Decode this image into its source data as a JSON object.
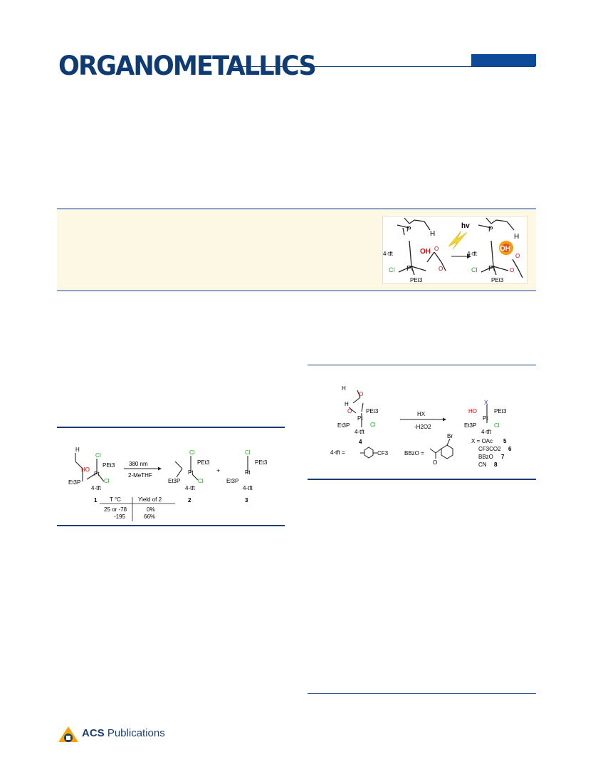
{
  "header": {
    "journal_title": "ORGANOMETALLICS"
  },
  "toc_graphic": {
    "hv_label": "hv",
    "ligand_tft": "4-tft",
    "pet3": "PEt3",
    "cl": "Cl",
    "pt": "Pt",
    "oh": "OH",
    "h": "H",
    "p": "P"
  },
  "scheme1": {
    "compound1_label": "1",
    "compound2_label": "2",
    "compound3_label": "3",
    "condition_top": "380 nm",
    "condition_bottom": "2-MeTHF",
    "plus": "+",
    "table": {
      "headers": [
        "T °C",
        "Yield of 2"
      ],
      "rows": [
        [
          "25 or -78",
          "0%"
        ],
        [
          "-195",
          "66%"
        ]
      ]
    }
  },
  "scheme2": {
    "compound4_label": "4",
    "reagent_top": "HX",
    "reagent_bottom": "-H2O2",
    "tft_definition": "4-tft =",
    "cf3": "CF3",
    "bbzo_definition": "BBzO =",
    "br": "Br",
    "o": "O",
    "products": [
      {
        "x": "X = OAc",
        "num": "5"
      },
      {
        "x": "CF3CO2",
        "num": "6"
      },
      {
        "x": "BBzO",
        "num": "7"
      },
      {
        "x": "CN",
        "num": "8"
      }
    ]
  },
  "footer": {
    "publisher_bold": "ACS",
    "publisher_rest": " Publications"
  },
  "colors": {
    "brand_navy": "#0e3b73",
    "corner_blue": "#0d4a9a",
    "abstract_bg": "#fdf8e3",
    "oxygen_red": "#e00000",
    "chlorine_green": "#2aa52a",
    "x_blue": "#2a2ad0",
    "oh_orange": "#f39c12"
  }
}
